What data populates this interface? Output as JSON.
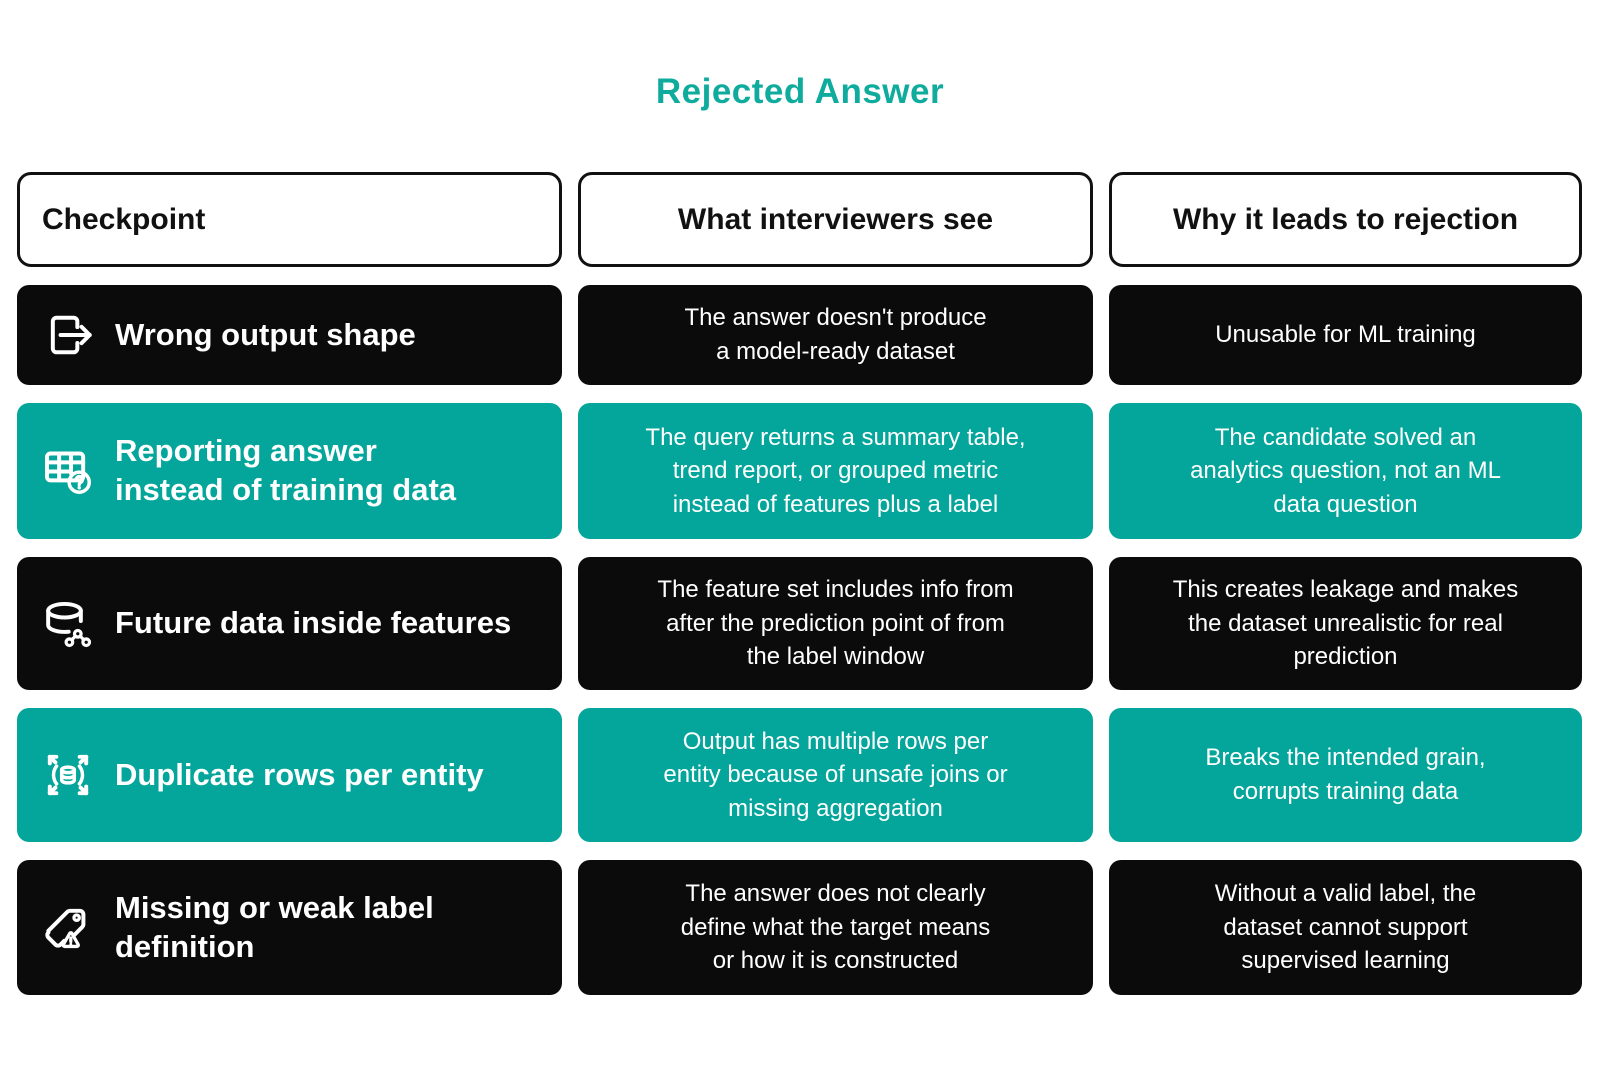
{
  "title": "Rejected Answer",
  "colors": {
    "title_teal": "#0FAC9E",
    "teal_cell": "#04A59A",
    "black_cell": "#0B0B0B",
    "header_border": "#111111",
    "cell_text": "#FFFFFF"
  },
  "header": {
    "col1": "Checkpoint",
    "col2": "What interviewers see",
    "col3": "Why it leads to rejection"
  },
  "rows": [
    {
      "variant": "black",
      "icon": "export-arrow-icon",
      "checkpoint": "Wrong output shape",
      "sees": "The answer doesn't produce\na model-ready dataset",
      "why": "Unusable for ML training"
    },
    {
      "variant": "teal",
      "icon": "report-table-question-icon",
      "checkpoint": "Reporting answer\ninstead of training data",
      "sees": "The query returns a summary table,\ntrend report, or grouped metric\ninstead of features plus a label",
      "why": "The candidate solved an\nanalytics question, not an ML\ndata question"
    },
    {
      "variant": "black",
      "icon": "database-graph-icon",
      "checkpoint": "Future data inside features",
      "sees": "The feature set includes info from\nafter the prediction point of from\nthe label window",
      "why": "This creates leakage and makes\nthe dataset unrealistic for real\nprediction"
    },
    {
      "variant": "teal",
      "icon": "expand-database-icon",
      "checkpoint": "Duplicate rows per entity",
      "sees": "Output has multiple rows per\nentity because of unsafe joins or\nmissing aggregation",
      "why": "Breaks the intended grain,\ncorrupts training data"
    },
    {
      "variant": "black",
      "icon": "tag-warning-icon",
      "checkpoint": "Missing or weak label\ndefinition",
      "sees": "The answer does not clearly\ndefine what the target means\nor how it is constructed",
      "why": "Without a valid label, the\ndataset cannot support\nsupervised learning"
    }
  ]
}
